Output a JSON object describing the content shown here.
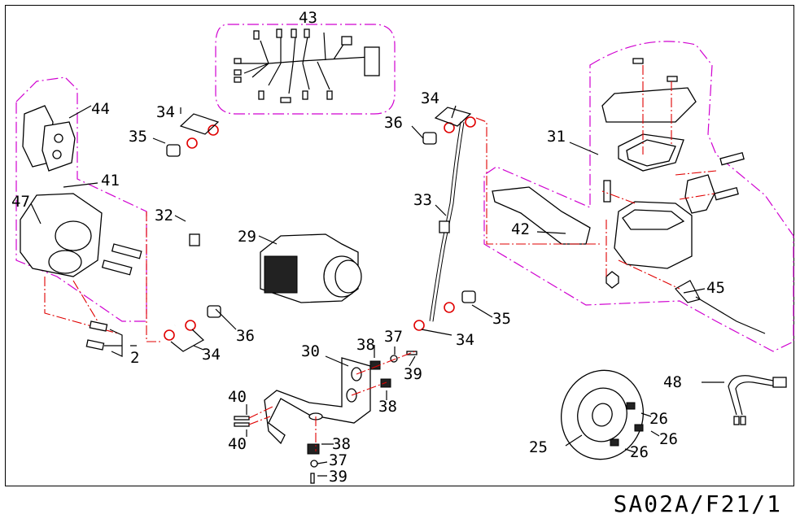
{
  "diagram": {
    "drawing_code": "SA02A/F21/1",
    "callouts": [
      {
        "id": "c43",
        "text": "43"
      },
      {
        "id": "c44",
        "text": "44"
      },
      {
        "id": "c41",
        "text": "41"
      },
      {
        "id": "c47",
        "text": "47"
      },
      {
        "id": "c2",
        "text": "2"
      },
      {
        "id": "c34a",
        "text": "34"
      },
      {
        "id": "c35a",
        "text": "35"
      },
      {
        "id": "c32",
        "text": "32"
      },
      {
        "id": "c36a",
        "text": "36"
      },
      {
        "id": "c34b",
        "text": "34"
      },
      {
        "id": "c29",
        "text": "29"
      },
      {
        "id": "c34c",
        "text": "34"
      },
      {
        "id": "c36b",
        "text": "36"
      },
      {
        "id": "c33",
        "text": "33"
      },
      {
        "id": "c35b",
        "text": "35"
      },
      {
        "id": "c34d",
        "text": "34"
      },
      {
        "id": "c31",
        "text": "31"
      },
      {
        "id": "c42",
        "text": "42"
      },
      {
        "id": "c45",
        "text": "45"
      },
      {
        "id": "c30",
        "text": "30"
      },
      {
        "id": "c38a",
        "text": "38"
      },
      {
        "id": "c37a",
        "text": "37"
      },
      {
        "id": "c39a",
        "text": "39"
      },
      {
        "id": "c38b",
        "text": "38"
      },
      {
        "id": "c40a",
        "text": "40"
      },
      {
        "id": "c40b",
        "text": "40"
      },
      {
        "id": "c38c",
        "text": "38"
      },
      {
        "id": "c37b",
        "text": "37"
      },
      {
        "id": "c39b",
        "text": "39"
      },
      {
        "id": "c48",
        "text": "48"
      },
      {
        "id": "c26a",
        "text": "26"
      },
      {
        "id": "c26b",
        "text": "26"
      },
      {
        "id": "c26c",
        "text": "26"
      },
      {
        "id": "c25",
        "text": "25"
      }
    ]
  }
}
